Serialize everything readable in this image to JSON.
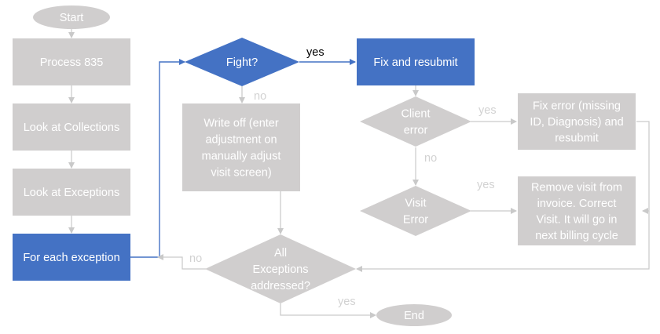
{
  "colors": {
    "gray": "#d0cece",
    "blue": "#4472c4",
    "line_gray": "#c9c9c9",
    "line_blue": "#4472c4",
    "white_text": "#ffffff",
    "faint_text": "#d2d2d2",
    "dark_text": "#000000"
  },
  "nodes": {
    "start": {
      "lines": [
        "Start"
      ],
      "shape": "oval"
    },
    "process835": {
      "lines": [
        "Process 835"
      ],
      "shape": "rect"
    },
    "collections": {
      "lines": [
        "Look at Collections"
      ],
      "shape": "rect"
    },
    "exceptions": {
      "lines": [
        "Look at Exceptions"
      ],
      "shape": "rect"
    },
    "for_each": {
      "lines": [
        "For each exception"
      ],
      "shape": "rect",
      "highlight": true
    },
    "fight": {
      "lines": [
        "Fight?"
      ],
      "shape": "diamond",
      "highlight": true
    },
    "fix_resubmit": {
      "lines": [
        "Fix and resubmit"
      ],
      "shape": "rect",
      "highlight": true
    },
    "write_off": {
      "lines": [
        "Write off (enter",
        "adjustment on",
        "manually adjust",
        "visit screen)"
      ],
      "shape": "rect"
    },
    "client_error": {
      "lines": [
        "Client",
        "error"
      ],
      "shape": "diamond"
    },
    "fix_error": {
      "lines": [
        "Fix error (missing",
        "ID, Diagnosis) and",
        "resubmit"
      ],
      "shape": "rect"
    },
    "visit_error": {
      "lines": [
        "Visit",
        "Error"
      ],
      "shape": "diamond"
    },
    "remove_visit": {
      "lines": [
        "Remove visit from",
        "invoice. Correct",
        "Visit. It will go in",
        "next billing cycle"
      ],
      "shape": "rect"
    },
    "all_addressed": {
      "lines": [
        "All",
        "Exceptions",
        "addressed?"
      ],
      "shape": "diamond"
    },
    "end": {
      "lines": [
        "End"
      ],
      "shape": "oval"
    }
  },
  "edge_labels": {
    "fight_yes": "yes",
    "fight_no": "no",
    "client_yes": "yes",
    "client_no": "no",
    "visit_yes": "yes",
    "all_no": "no",
    "all_yes": "yes"
  }
}
